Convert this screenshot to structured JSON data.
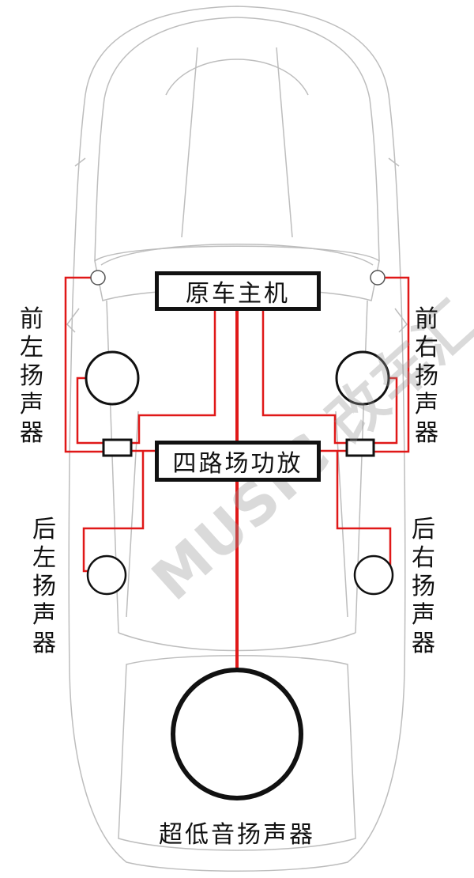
{
  "components": {
    "head_unit": "原车主机",
    "amplifier": "四路场功放",
    "front_left_speaker": "前左扬声器",
    "front_right_speaker": "前右扬声器",
    "rear_left_speaker": "后左扬声器",
    "rear_right_speaker": "后右扬声器",
    "subwoofer": "超低音扬声器"
  },
  "watermark": "MUSIC 改车汇",
  "colors": {
    "wire": "#e01818",
    "outline": "#111111",
    "car_outline": "#bfbfbf",
    "watermark": "#999999"
  }
}
